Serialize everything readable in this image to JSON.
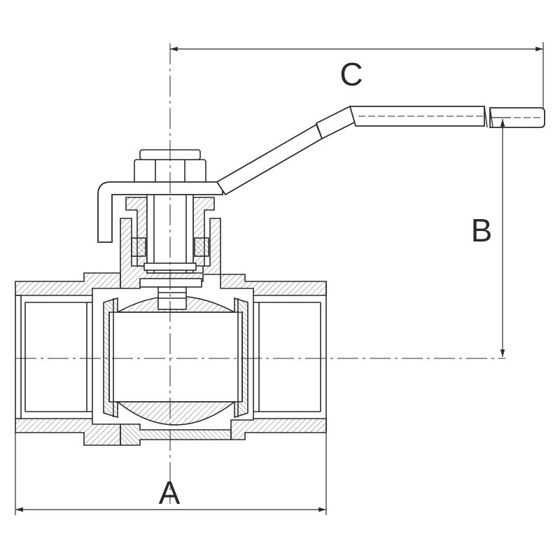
{
  "drawing": {
    "dimension_labels": {
      "a": "A",
      "b": "B",
      "c": "C"
    },
    "colors": {
      "line": "#2a2a2a",
      "hatch": "#6a6a6a",
      "background": "#ffffff"
    }
  }
}
